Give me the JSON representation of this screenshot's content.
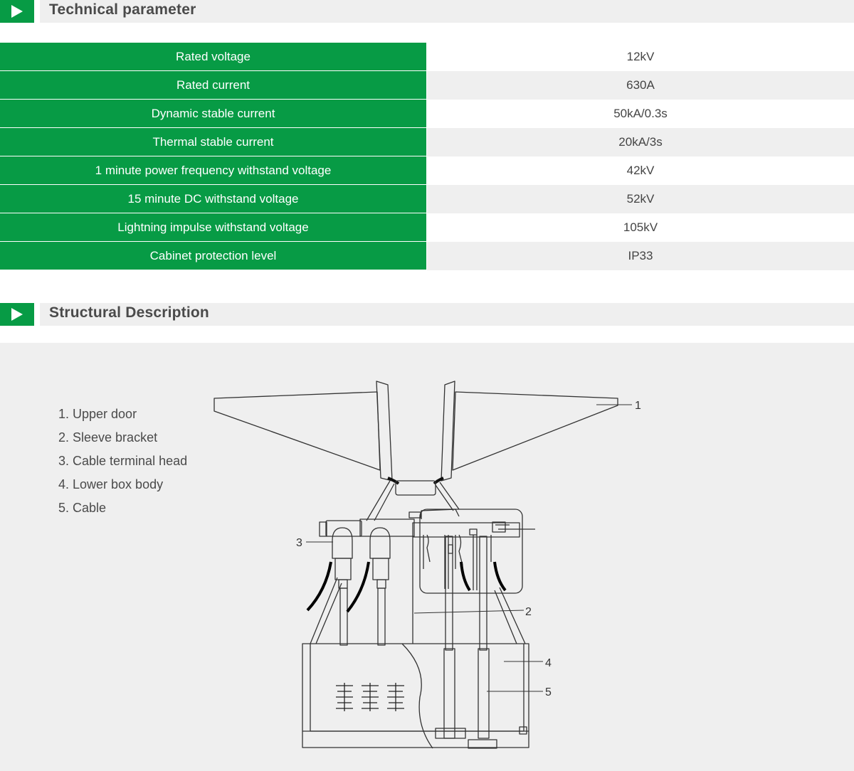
{
  "sections": {
    "technical": {
      "title": "Technical parameter"
    },
    "structural": {
      "title": "Structural Description"
    }
  },
  "parameters": [
    {
      "label": "Rated voltage",
      "value": "12kV"
    },
    {
      "label": "Rated current",
      "value": "630A"
    },
    {
      "label": "Dynamic stable current",
      "value": "50kA/0.3s"
    },
    {
      "label": "Thermal stable current",
      "value": "20kA/3s"
    },
    {
      "label": "1 minute power frequency withstand voltage",
      "value": "42kV"
    },
    {
      "label": "15 minute DC withstand voltage",
      "value": "52kV"
    },
    {
      "label": "Lightning impulse withstand voltage",
      "value": "105kV"
    },
    {
      "label": "Cabinet protection level",
      "value": "IP33"
    }
  ],
  "legend": [
    "1. Upper door",
    "2. Sleeve bracket",
    "3. Cable terminal head",
    "4. Lower box body",
    "5. Cable"
  ],
  "callouts": {
    "c1": "1",
    "c2": "2",
    "c3": "3",
    "c4": "4",
    "c5": "5"
  },
  "colors": {
    "accent": "#079b45",
    "panel": "#efefef",
    "text": "#4a4a4a"
  },
  "icons": {
    "section_marker": "play-arrow-icon"
  }
}
